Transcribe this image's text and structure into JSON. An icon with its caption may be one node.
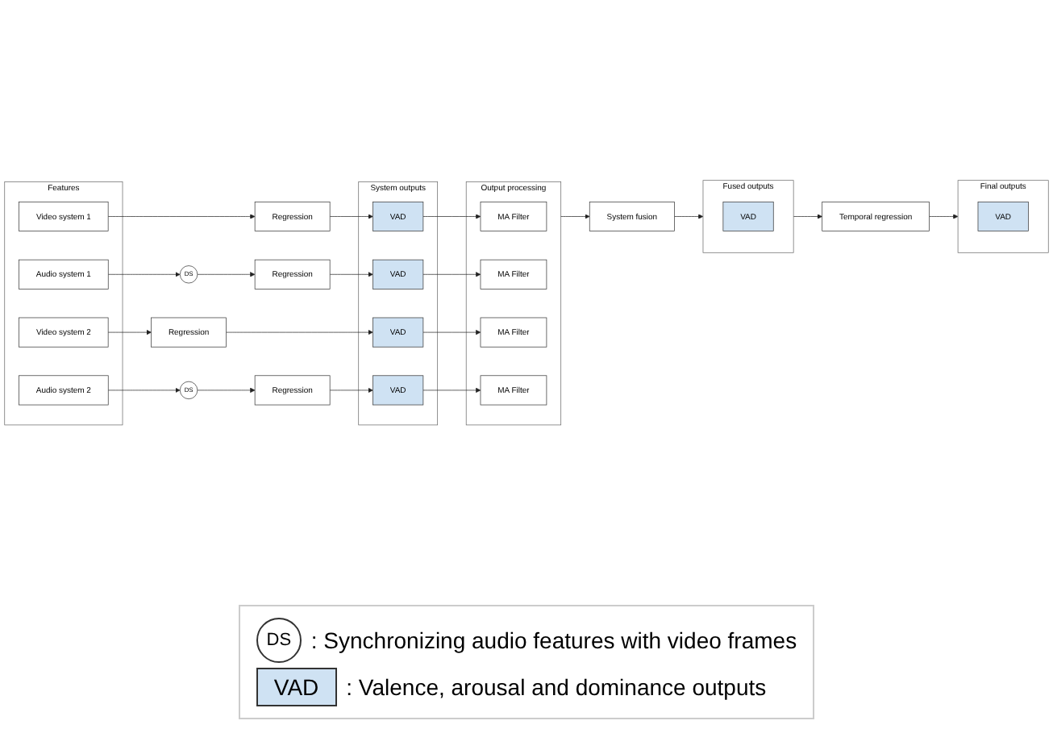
{
  "diagram": {
    "nodes": [
      {
        "text": [
          "Features"
        ]
      },
      {
        "text": [
          "Video system 1"
        ],
        "in": 0
      },
      {
        "text": [
          "Audio system 1"
        ],
        "in": 0
      },
      {
        "text": [
          "Video system 2"
        ],
        "in": 0
      },
      {
        "text": [
          "Audio system 2"
        ],
        "in": 0
      },
      {
        "text": [
          "DS"
        ]
      },
      {
        "text": [
          "DS"
        ]
      },
      {
        "text": [
          "Regression"
        ]
      },
      {
        "text": [
          "Regression"
        ]
      },
      {
        "text": [
          "Regression"
        ]
      },
      {
        "text": [
          "Regression"
        ]
      },
      {
        "text": [
          "System outputs"
        ]
      },
      {
        "text": [
          "VAD"
        ],
        "in": 11
      },
      {
        "text": [
          "VAD"
        ],
        "in": 11
      },
      {
        "text": [
          "VAD"
        ],
        "in": 11
      },
      {
        "text": [
          "VAD"
        ],
        "in": 11
      },
      {
        "text": [
          "Output processing"
        ]
      },
      {
        "text": [
          "MA Filter"
        ],
        "in": 16
      },
      {
        "text": [
          "MA Filter"
        ],
        "in": 16
      },
      {
        "text": [
          "MA Filter"
        ],
        "in": 16
      },
      {
        "text": [
          "MA Filter"
        ],
        "in": 16
      },
      {
        "text": [
          "System fusion"
        ]
      },
      {
        "text": [
          "Fused outputs"
        ]
      },
      {
        "text": [
          "VAD"
        ],
        "in": 22
      },
      {
        "text": [
          "Temporal regression"
        ]
      },
      {
        "text": [
          "Final outputs"
        ]
      },
      {
        "text": [
          "VAD"
        ],
        "in": 25
      }
    ],
    "edges": [
      {
        "from": 1,
        "to": 7,
        "arrow": "to"
      },
      {
        "from": 2,
        "to": 5,
        "arrow": "to"
      },
      {
        "from": 5,
        "to": 8,
        "arrow": "to"
      },
      {
        "from": 3,
        "to": 9,
        "arrow": "to"
      },
      {
        "from": 4,
        "to": 6,
        "arrow": "to"
      },
      {
        "from": 6,
        "to": 10,
        "arrow": "to"
      },
      {
        "from": 7,
        "to": 12,
        "arrow": "to"
      },
      {
        "from": 8,
        "to": 13,
        "arrow": "to"
      },
      {
        "from": 9,
        "to": 14,
        "arrow": "to"
      },
      {
        "from": 10,
        "to": 15,
        "arrow": "to"
      },
      {
        "from": 12,
        "to": 17,
        "arrow": "to"
      },
      {
        "from": 13,
        "to": 18,
        "arrow": "to"
      },
      {
        "from": 14,
        "to": 19,
        "arrow": "to"
      },
      {
        "from": 15,
        "to": 20,
        "arrow": "to"
      },
      {
        "from": 16,
        "to": 21,
        "arrow": "to"
      },
      {
        "from": 21,
        "to": 22,
        "arrow": "to"
      },
      {
        "from": 22,
        "to": 24,
        "arrow": "to"
      },
      {
        "from": 24,
        "to": 25,
        "arrow": "to"
      }
    ],
    "labels": [
      "DS",
      "VAD"
    ],
    "legend": [
      {
        "text": ": Synchronizing audio features with video frames"
      },
      {
        "text": ": Valence, arousal and dominance outputs",
        "color": "#cfe2f3"
      }
    ]
  }
}
